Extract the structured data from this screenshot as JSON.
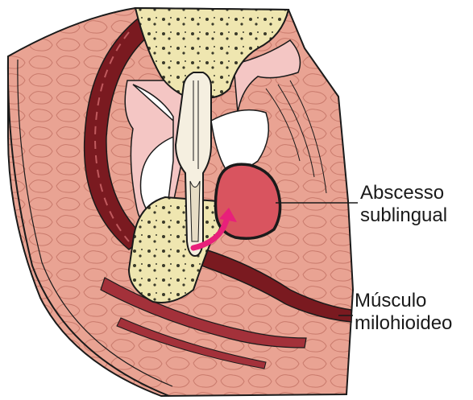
{
  "labels": {
    "abscess_line1": "Abscesso",
    "abscess_line2": "sublingual",
    "muscle_line1": "Músculo",
    "muscle_line2": "milohioideo"
  },
  "colors": {
    "soft_tissue": "#e9a393",
    "muscle_dark": "#7a1a20",
    "muscle_mid": "#b5434a",
    "bone": "#efe6b0",
    "mucosa_pink": "#f4c6c4",
    "tooth": "#f5efe0",
    "abscess": "#d9545f",
    "arrow": "#e8207a",
    "outline": "#1a1a1a"
  },
  "icons": {
    "spread_arrow": "curved-arrow-icon"
  }
}
